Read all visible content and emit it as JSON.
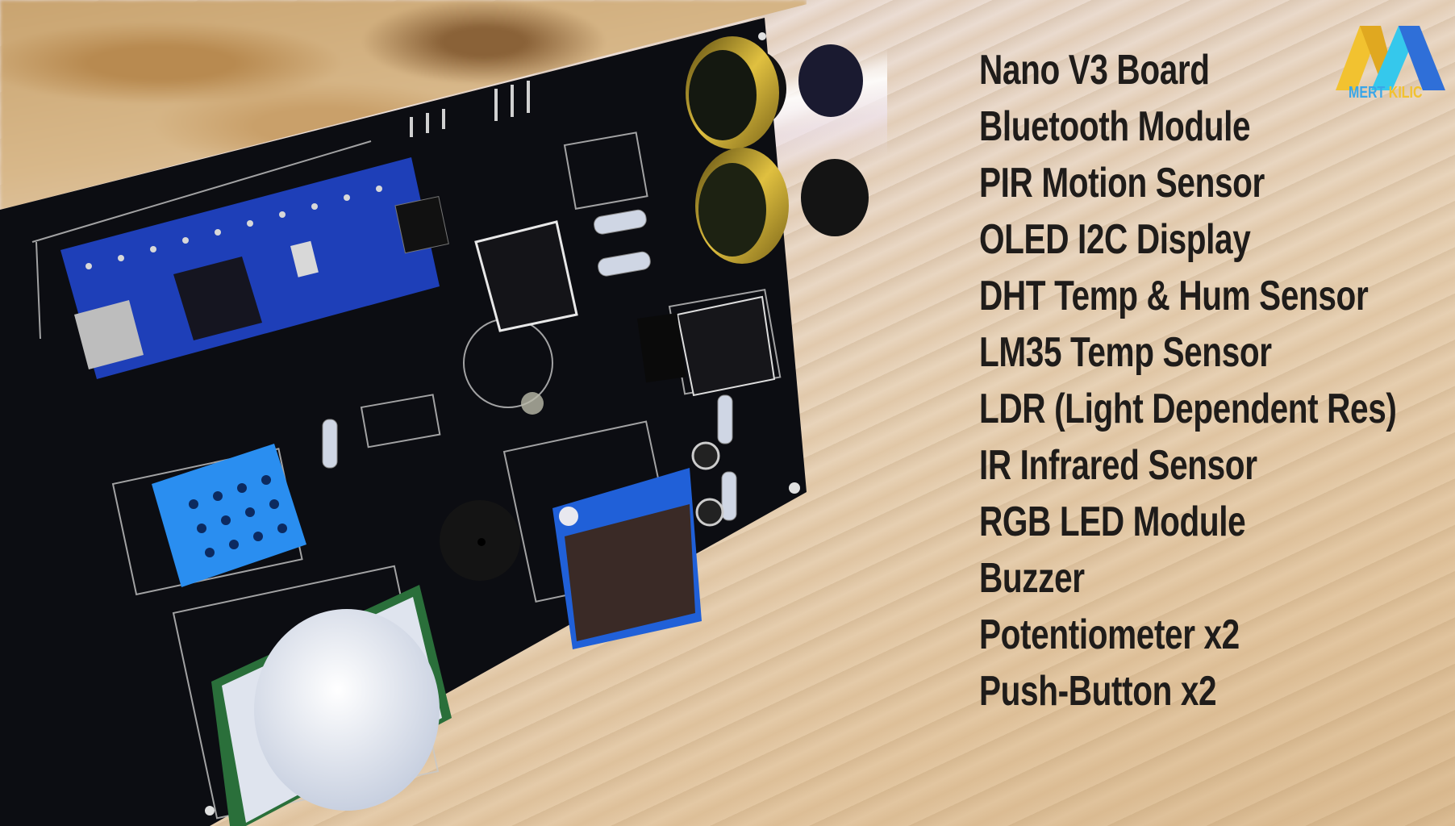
{
  "overlay": {
    "components": [
      "Nano V3 Board",
      "Bluetooth Module",
      "PIR Motion Sensor",
      "OLED I2C Display",
      "DHT Temp & Hum Sensor",
      "LM35 Temp Sensor",
      "LDR (Light Dependent Res)",
      "IR Infrared Sensor",
      "RGB LED Module",
      "Buzzer",
      "Potentiometer x2",
      "Push-Button x2"
    ],
    "text_color": "#1f1c1a"
  },
  "logo": {
    "word1": "MERT",
    "word2": "KILIC",
    "colors": {
      "yellow": "#f2c230",
      "cyan": "#35c8ec",
      "blue": "#2f5fd0"
    }
  },
  "scene": {
    "subject": "black PCB Arduino experiment board on wooden surface",
    "board_color": "#0c0d12",
    "nano_color": "#1e3fb8",
    "dht_color": "#2a8ef0",
    "oled_screen_color": "#3a2a26"
  }
}
